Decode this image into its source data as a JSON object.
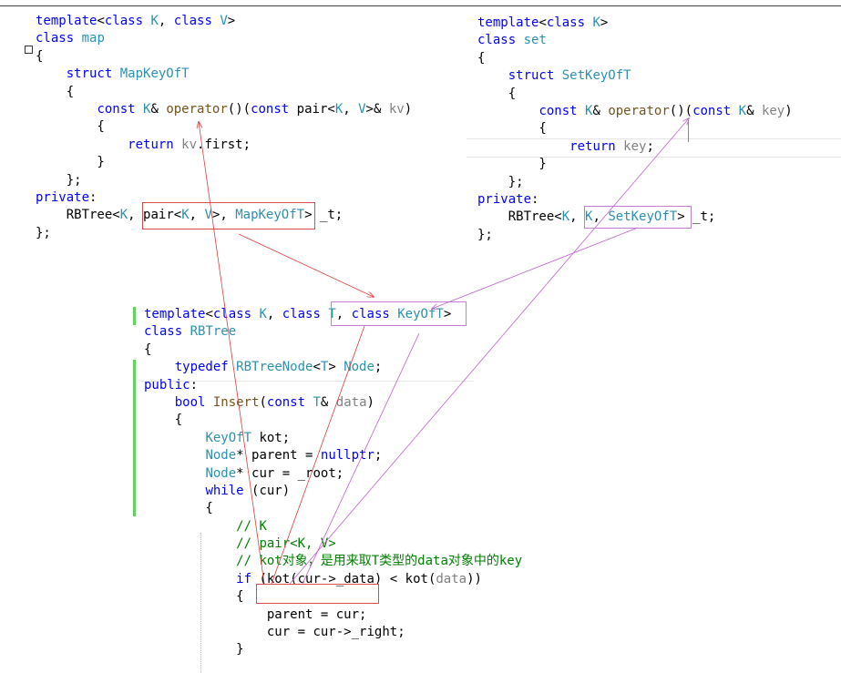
{
  "map_code": [
    "template<class K, class V>",
    "class map",
    "{",
    "    struct MapKeyOfT",
    "    {",
    "        const K& operator()(const pair<K, V>& kv)",
    "        {",
    "            return kv.first;",
    "        }",
    "    };",
    "private:",
    "    RBTree<K, pair<K, V>, MapKeyOfT> _t;",
    "};"
  ],
  "set_code": [
    "template<class K>",
    "class set",
    "{",
    "    struct SetKeyOfT",
    "    {",
    "        const K& operator()(const K& key)",
    "        {",
    "            return key;",
    "        }",
    "    };",
    "private:",
    "    RBTree<K, K, SetKeyOfT> _t;",
    "};"
  ],
  "rbtree_code": [
    "template<class K, class T, class KeyOfT>",
    "class RBTree",
    "{",
    "    typedef RBTreeNode<T> Node;",
    "public:",
    "    bool Insert(const T& data)",
    "    {",
    "        KeyOfT kot;",
    "        Node* parent = nullptr;",
    "        Node* cur = _root;",
    "        while (cur)",
    "        {",
    "            // K",
    "            // pair<K, V>",
    "            // kot对象，是用来取T类型的data对象中的key",
    "            if (kot(cur->_data) < kot(data))",
    "            {",
    "                parent = cur;",
    "                cur = cur->_right;",
    "            }"
  ],
  "colors": {
    "keyword": "#0000ff",
    "type": "#2b91af",
    "param": "#808080",
    "comment": "#008000",
    "map_arrow": "#e03c3c",
    "set_arrow": "#c060d0",
    "change_bar": "#5ed35e"
  }
}
